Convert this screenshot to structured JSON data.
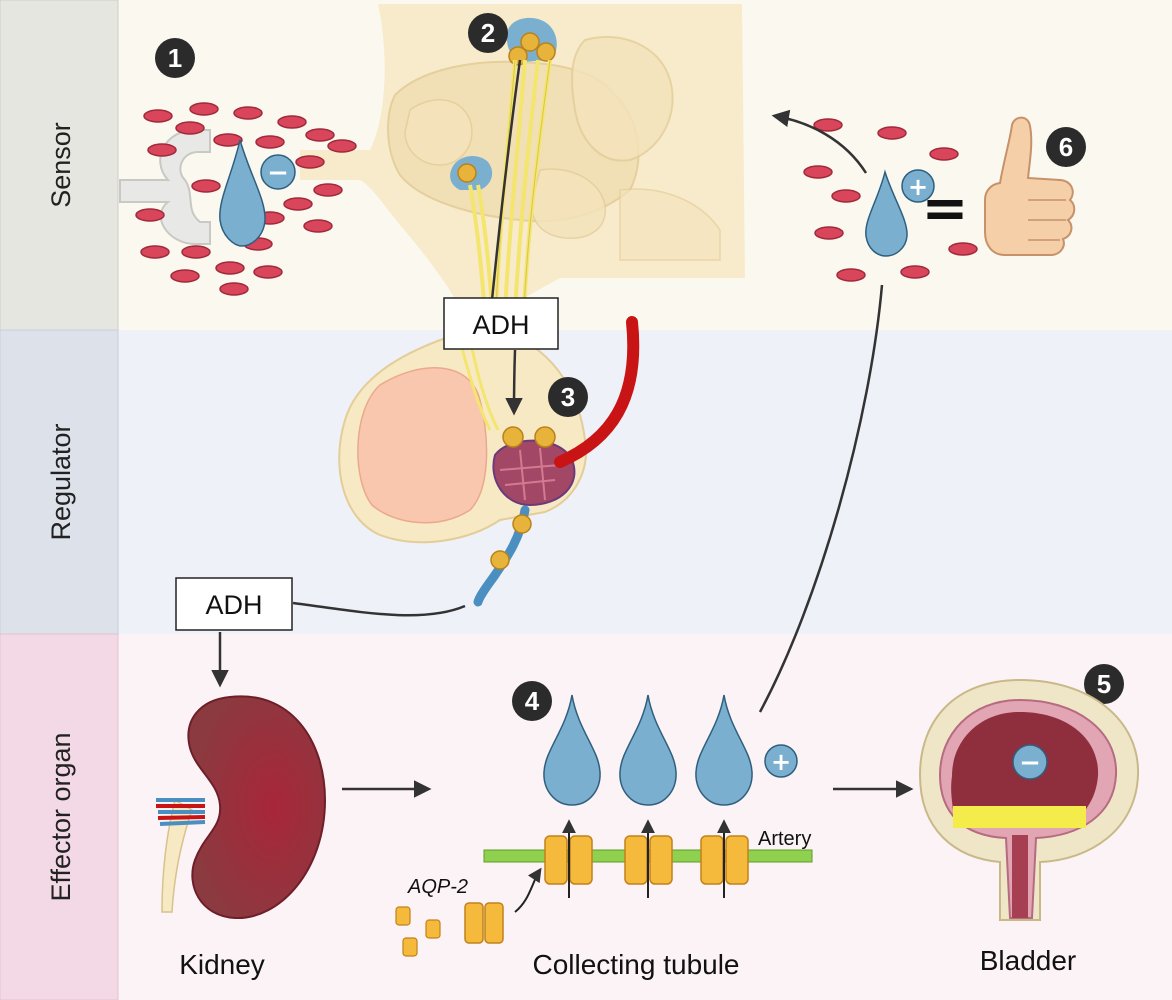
{
  "bands": {
    "sensor": "Sensor",
    "regulator": "Regulator",
    "effector": "Effector organ"
  },
  "labels": {
    "adh_top": "ADH",
    "adh_mid": "ADH",
    "artery": "Artery",
    "aqp2": "AQP-2",
    "kidney": "Kidney",
    "collecting_tubule": "Collecting tubule",
    "bladder": "Bladder",
    "equals": "="
  },
  "steps": [
    "1",
    "2",
    "3",
    "4",
    "5",
    "6"
  ],
  "signs": {
    "minus": "−",
    "plus": "+"
  },
  "colors": {
    "sensor_bg": "#fbf8f0",
    "regulator_bg": "#eef1f7",
    "effector_bg": "#fcf3f6",
    "sensor_tab": "#e6e6e1",
    "regulator_tab": "#dde1ea",
    "effector_tab": "#f3d8e5",
    "water_drop": "#7aafcf",
    "blood_cell": "#d9455a",
    "artery_red": "#c81414",
    "channel": "#f5b93b",
    "membrane": "#8fd14f",
    "kidney": "#9a2e3a",
    "neuron": "#f3e56e"
  }
}
